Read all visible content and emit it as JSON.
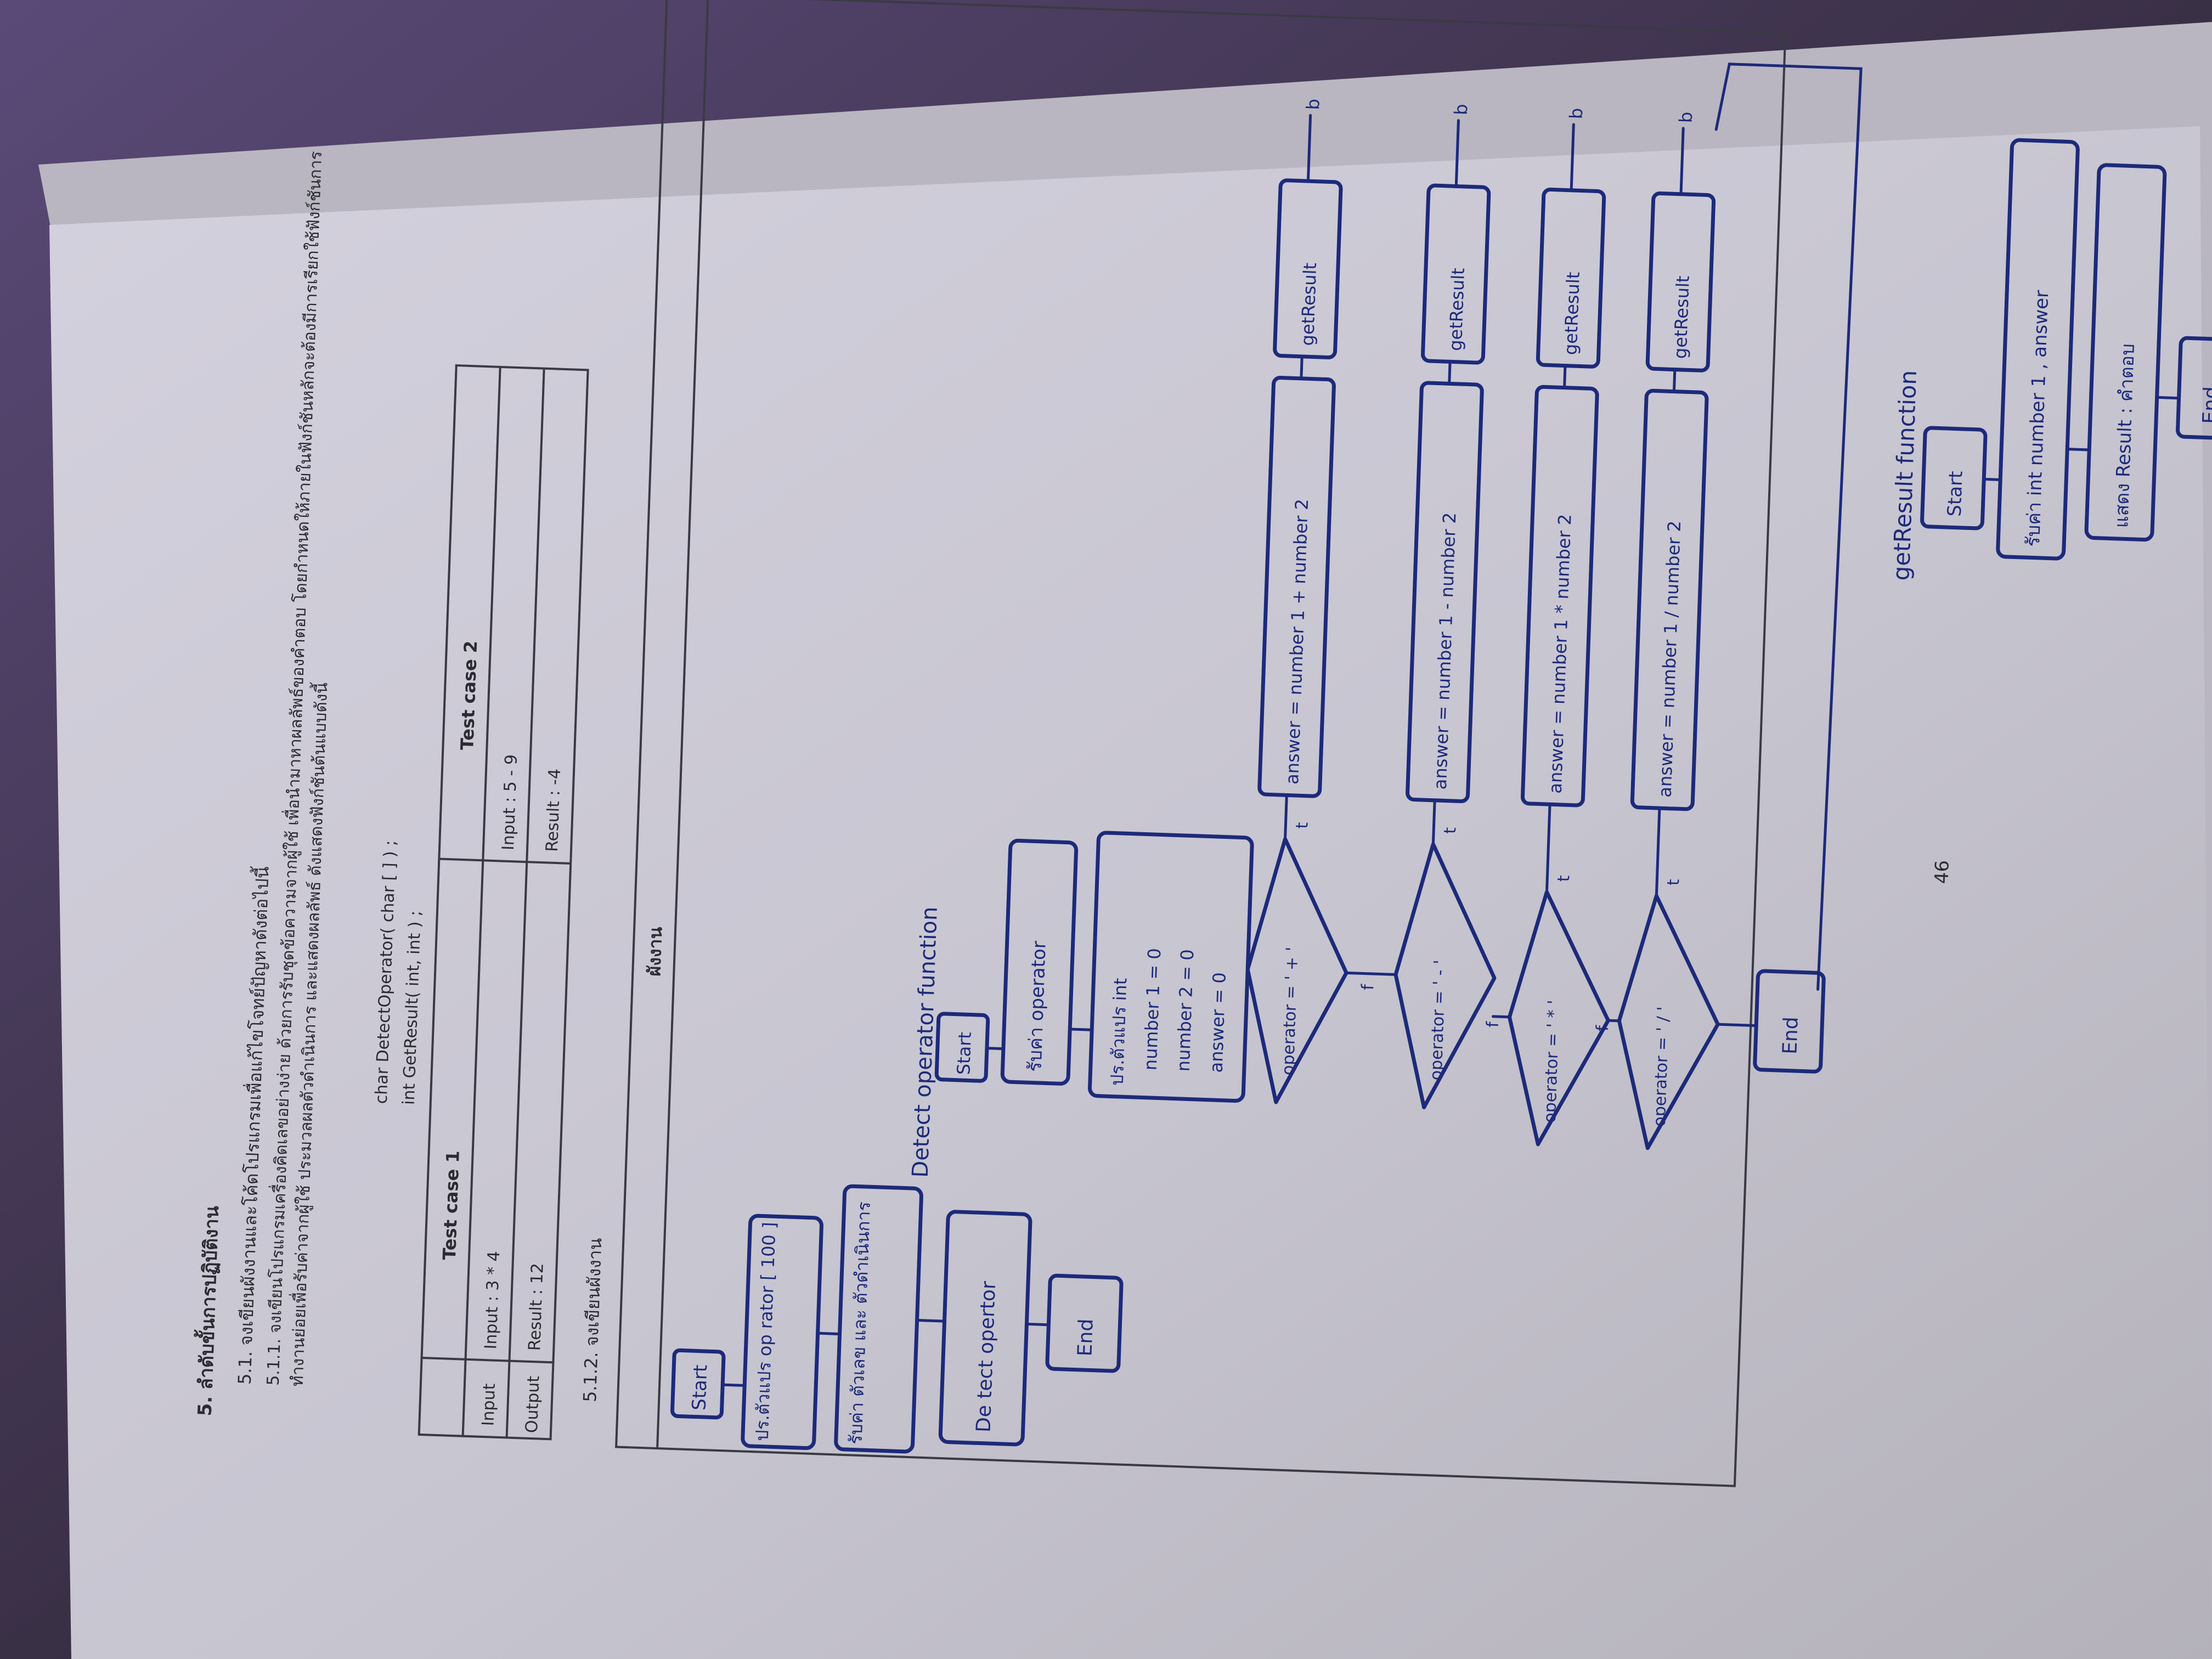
{
  "section": {
    "heading": "5. ลำดับขั้นการปฏิบัติงาน",
    "sub_heading": "5.1. จงเขียนผังงานและโค้ดโปรแกรมเพื่อแก้ไขโจทย์ปัญหาดังต่อไปนี้",
    "item": "5.1.1. จงเขียนโปรแกรมเครื่องคิดเลขอย่างง่าย ด้วยการรับชุดข้อความจากผู้ใช้ เพื่อนำมาหาผลลัพธ์ของคำตอบ โดยกำหนดให้ภายในฟังก์ชันหลักจะต้องมีการเรียกใช้ฟังก์ชันการทำงานย่อยเพื่อรับค่าจากผู้ใช้ ประมวลผลตัวดำเนินการ และแสดงผลลัพธ์ ดังแสดงฟังก์ชันต้นแบบดังนี้",
    "prototypes": [
      "char DetectOperator( char [ ] ) ;",
      "int GetResult( int, int ) ;"
    ],
    "flowchart_heading": "5.1.2. จงเขียนผังงาน",
    "box_title": "ผังงาน",
    "page_number": "46"
  },
  "test_table": {
    "headers": [
      "",
      "Test case 1",
      "Test case 2"
    ],
    "rows": [
      [
        "Input",
        "Input : 3 * 4",
        "Input : 5 - 9"
      ],
      [
        "Output",
        "Result : 12",
        "Result : -4"
      ]
    ]
  },
  "main_flow": {
    "start": "Start",
    "declare": "ปร.ตัวแปร op rator [ 100 ]",
    "read": "รับค่า ตัวเลข และ ตัวดำเนินการ",
    "detect": "De tect opertor",
    "end": "End"
  },
  "detect_flow": {
    "title": "Detect operator function",
    "start": "Start",
    "read": "รับค่า operator",
    "declare": [
      "ปร.ตัวแปร int",
      "number 1 = 0",
      "number 2 = 0",
      "answer = 0"
    ],
    "decisions": [
      "operator = ' + '",
      "operator = ' - '",
      "operator = ' * '",
      "operator = ' / '"
    ],
    "processes": [
      "answer = number 1 + number 2",
      "answer = number 1 - number 2",
      "answer = number 1 * number 2",
      "answer = number 1 / number 2"
    ],
    "calls": [
      "getResult",
      "getResult",
      "getResult",
      "getResult"
    ],
    "true_label": "t",
    "false_label": "f",
    "connector": "b",
    "end": "End"
  },
  "getresult_flow": {
    "title": "getResult function",
    "start": "Start",
    "read": "รับค่า int number 1 , answer",
    "output": "แสดง Result : คำตอบ",
    "end": "End"
  },
  "colors": {
    "ink": "#1d2a7a",
    "paper": "#c9c7d2",
    "print": "#2b2b33"
  }
}
